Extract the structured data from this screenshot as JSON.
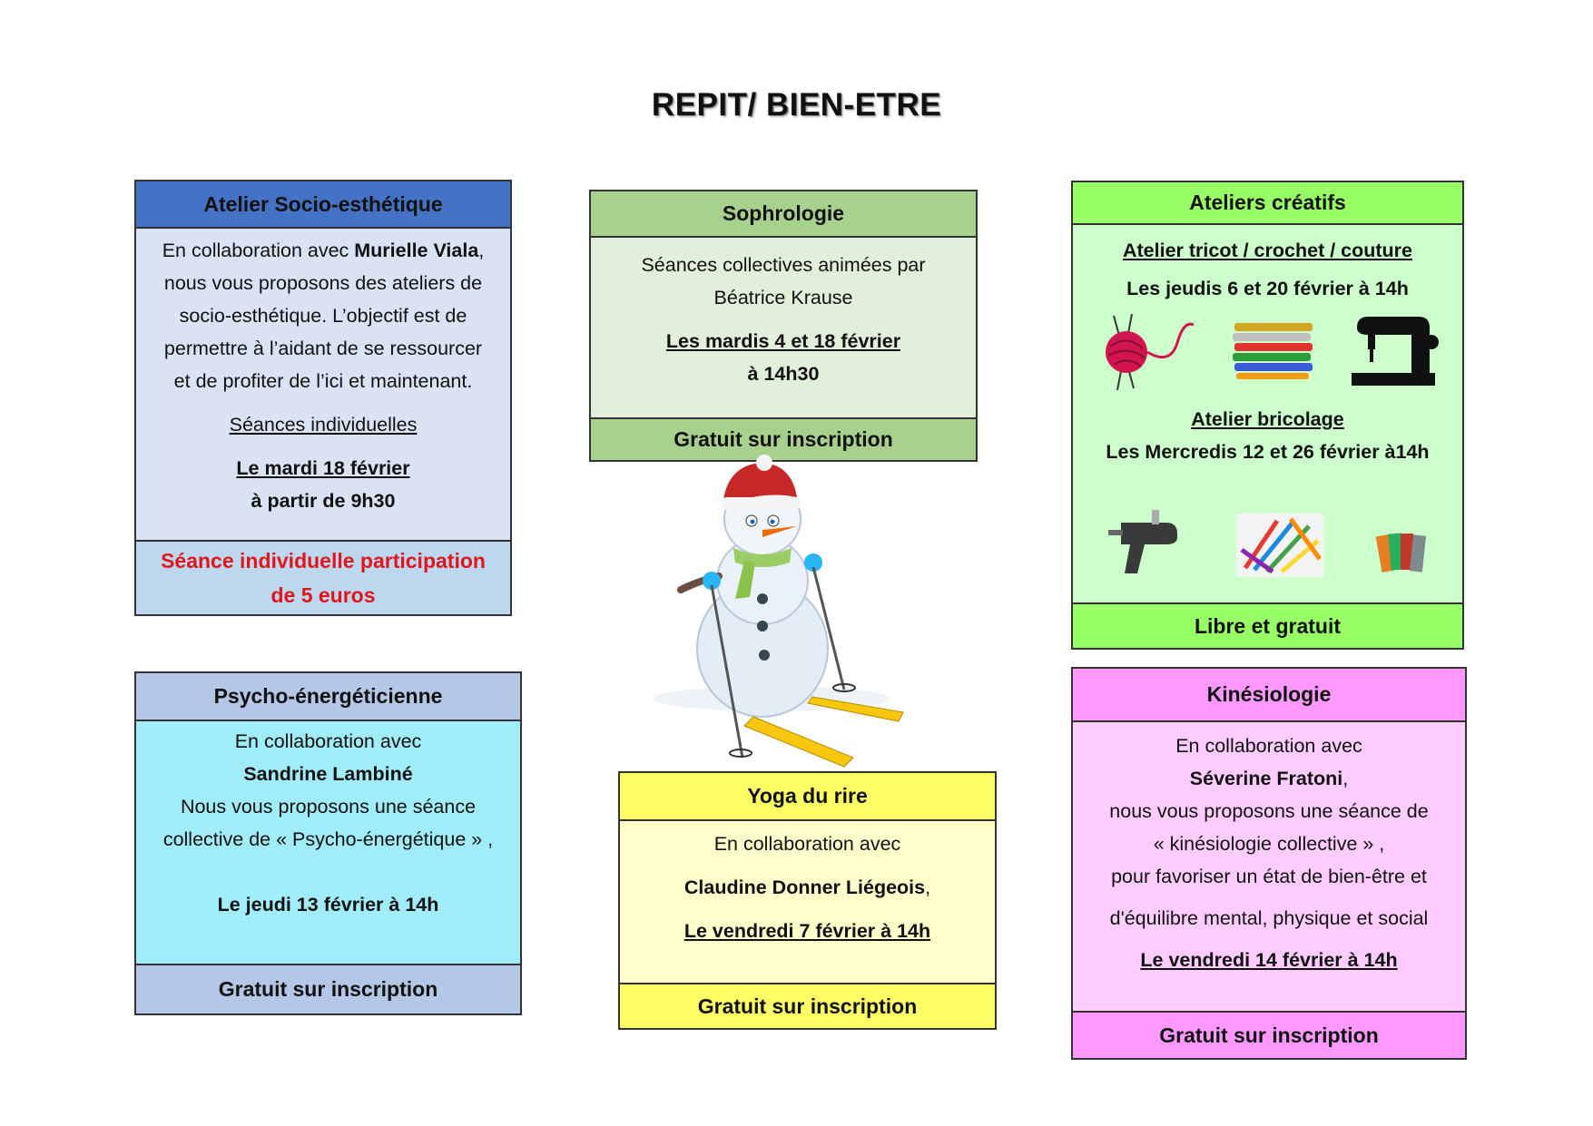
{
  "title": "REPIT/ BIEN-ETRE",
  "socio": {
    "header": "Atelier Socio-esthétique",
    "line1_pre": "En collaboration avec ",
    "line1_name": "Murielle Viala",
    "line1_post": ",",
    "line2": "nous vous proposons des ateliers de",
    "line3": "socio-esthétique. L’objectif est de",
    "line4": "permettre à l’aidant de se ressourcer",
    "line5": "et de profiter de l’ici et maintenant.",
    "seances": "Séances individuelles",
    "date": "Le mardi 18 février",
    "time": "à partir de  9h30",
    "footer_line1": "Séance individuelle participation",
    "footer_line2": "de 5 euros"
  },
  "sophro": {
    "header": "Sophrologie",
    "line1": "Séances collectives animées par",
    "line2": "Béatrice Krause",
    "date": "Les mardis 4 et 18 février",
    "time": "à 14h30",
    "footer": "Gratuit sur inscription"
  },
  "creatifs": {
    "header": "Ateliers créatifs",
    "sub1": "Atelier tricot / crochet / couture",
    "date1": "Les jeudis 6 et 20 février à 14h",
    "sub2": "Atelier bricolage",
    "date2": "Les Mercredis 12 et 26 février à14h",
    "footer": "Libre et gratuit",
    "icons_row1": [
      "yarn-ball-icon",
      "glitter-tubes-icon",
      "sewing-machine-icon"
    ],
    "icons_row2": [
      "glue-gun-icon",
      "markers-icon",
      "paper-samples-icon"
    ]
  },
  "psycho": {
    "header": "Psycho-énergéticienne",
    "line1": "En collaboration avec",
    "line2": "Sandrine Lambiné",
    "line3": "Nous vous proposons une séance",
    "line4": "collective de « Psycho-énergétique » ,",
    "date": "Le jeudi 13 février à 14h",
    "footer": "Gratuit sur inscription"
  },
  "yoga": {
    "header": "Yoga du rire",
    "line1": "En collaboration avec",
    "name_pre": "Claudine Donner Liégeois",
    "name_post": ",",
    "date": "Le vendredi 7 février à 14h",
    "footer": "Gratuit sur inscription"
  },
  "kinesio": {
    "header": "Kinésiologie",
    "line1": "En collaboration avec",
    "line2_name": "Séverine Fratoni",
    "line2_post": ",",
    "line3": "nous vous proposons une séance de",
    "line4": "« kinésiologie collective » ,",
    "line5": "pour favoriser un état de bien-être et",
    "line6": "d'équilibre mental, physique et social",
    "date": "Le vendredi 14 février à 14h",
    "footer": "Gratuit sur inscription"
  },
  "illustration": "snowman-skiing-icon",
  "colors": {
    "socio_header": "#4472c4",
    "socio_body": "#dae3f3",
    "socio_footer": "#bdd7ee",
    "sophro_header": "#a9d18e",
    "sophro_body": "#e2efda",
    "creatifs": "#ccffcc",
    "creatifs_bar": "#99ff66",
    "psycho_header": "#b4c7e7",
    "psycho_body": "#a0ecf8",
    "yoga_header": "#ffff66",
    "yoga_body": "#ffffcc",
    "kinesio_header": "#ff99ff",
    "kinesio_body": "#ffccff",
    "red_text": "#e0161c"
  }
}
